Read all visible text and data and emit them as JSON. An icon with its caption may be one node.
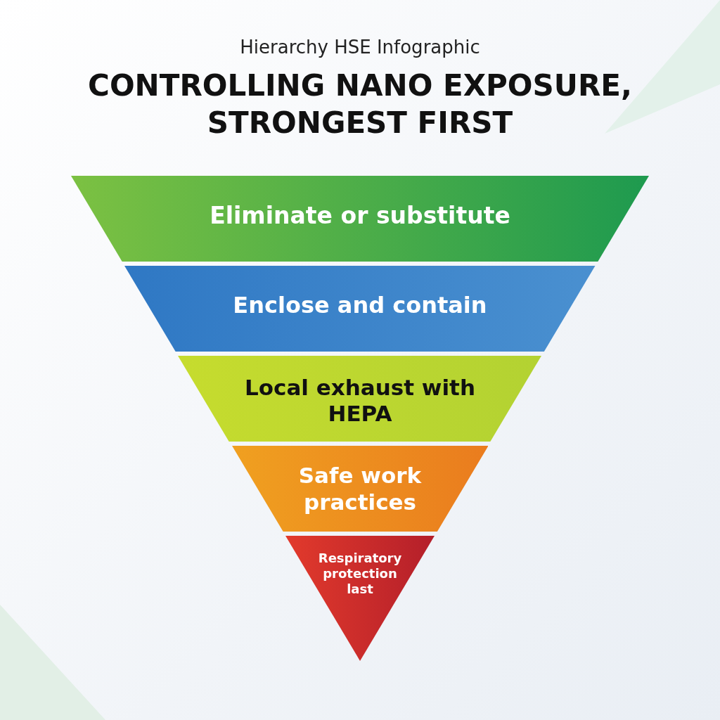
{
  "diagram": {
    "title": "CONTROLLING NANO EXPOSURE, STRONGEST FIRST",
    "nodes": [
      {
        "text": [
          "Eliminate or substitute"
        ]
      },
      {
        "text": [
          "Enclose and contain"
        ]
      },
      {
        "text": [
          "Local exhaust with HEPA"
        ]
      },
      {
        "text": [
          "Safe work practices"
        ]
      },
      {
        "text": [
          "Respiratory protection last"
        ]
      }
    ],
    "edges": [],
    "labels": [
      "Hierarchy HSE Infographic"
    ]
  }
}
